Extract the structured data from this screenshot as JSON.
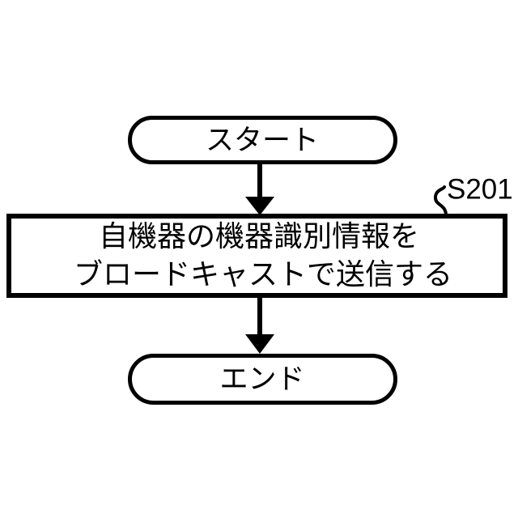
{
  "figure": {
    "type": "flowchart",
    "background_color": "#ffffff",
    "stroke_color": "#000000",
    "nodes": [
      {
        "id": "start",
        "shape": "terminal",
        "label": "スタート"
      },
      {
        "id": "process-s201",
        "shape": "process",
        "label_line1": "自機器の機器識別情報を",
        "label_line2": "ブロードキャストで送信する",
        "reference_label": "S201"
      },
      {
        "id": "end",
        "shape": "terminal",
        "label": "エンド"
      }
    ],
    "edges": [
      {
        "from": "start",
        "to": "process-s201",
        "arrow": "down"
      },
      {
        "from": "process-s201",
        "to": "end",
        "arrow": "down"
      }
    ]
  }
}
